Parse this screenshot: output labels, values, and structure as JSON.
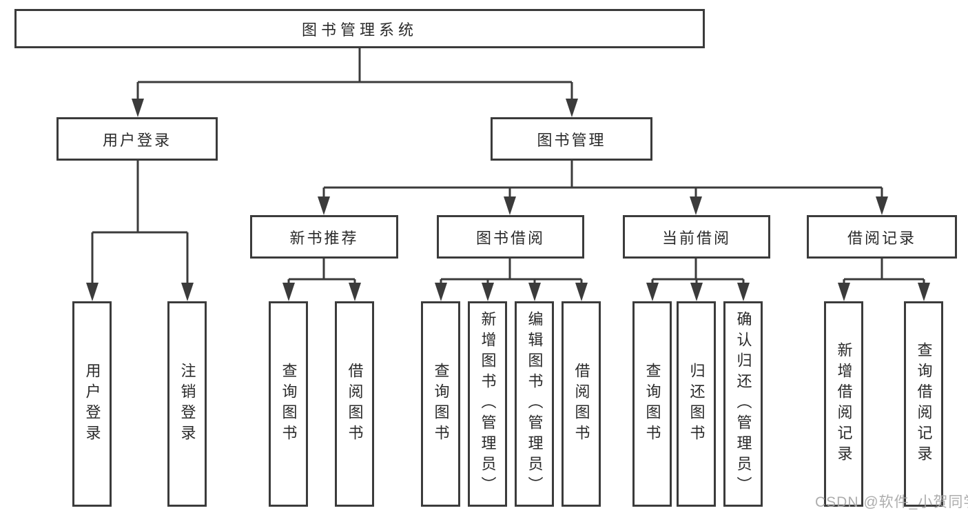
{
  "diagram": {
    "nodes": {
      "root": "图书管理系统",
      "level2": [
        "用户登录",
        "图书管理"
      ],
      "level3": [
        "新书推荐",
        "图书借阅",
        "当前借阅",
        "借阅记录"
      ],
      "leaves": {
        "user_login": [
          "用户登录",
          "注销登录"
        ],
        "new_book_recommend": [
          "查询图书",
          "借阅图书"
        ],
        "book_borrow": [
          "查询图书",
          "新增图书（管理员）",
          "编辑图书（管理员）",
          "借阅图书"
        ],
        "current_borrow": [
          "查询图书",
          "归还图书",
          "确认归还（管理员）"
        ],
        "borrow_records": [
          "新增借阅记录",
          "查询借阅记录"
        ]
      }
    },
    "watermark": "CSDN @软件_小贺同学",
    "colors": {
      "line": "#3b3b3b",
      "text": "#2a2a2a",
      "watermark": "#a5a5a5",
      "background": "#ffffff"
    }
  }
}
